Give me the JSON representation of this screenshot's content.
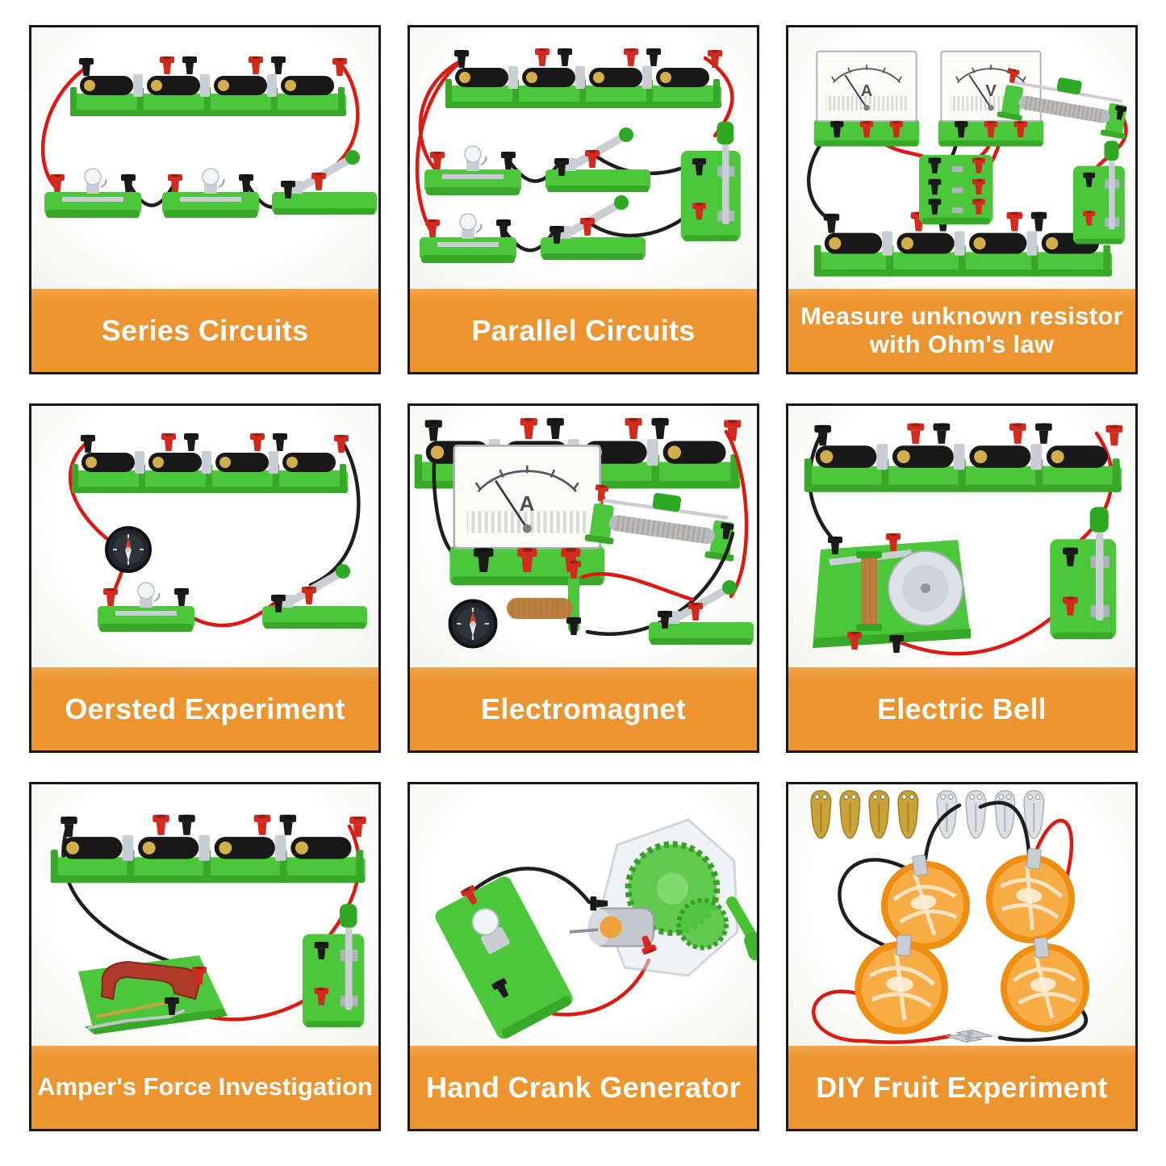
{
  "colors": {
    "banner_orange": "#EC9430",
    "cell_border": "#181818",
    "kit_green": "#4CC63A",
    "wire_red": "#DD1A12",
    "wire_black": "#1E1E1E",
    "copper_coil": "#BE803F",
    "orange_fruit": "#EF8F12"
  },
  "grid": {
    "rows": 3,
    "cols": 3
  },
  "cells": [
    {
      "name": "series-circuits",
      "label": "Series Circuits",
      "components": [
        "battery-holder",
        "bulb-holder",
        "bulb-holder",
        "lever-switch"
      ]
    },
    {
      "name": "parallel-circuits",
      "label": "Parallel Circuits",
      "components": [
        "battery-holder",
        "bulb-holder",
        "lever-switch",
        "bulb-holder",
        "lever-switch",
        "knife-switch"
      ]
    },
    {
      "name": "measure-unknown-resistor",
      "label": "Measure unknown resistor with Ohm's law",
      "meter_letters": [
        "A",
        "V"
      ],
      "components": [
        "ammeter",
        "voltmeter",
        "rheostat",
        "terminal-block",
        "knife-switch",
        "battery-holder"
      ]
    },
    {
      "name": "oersted-experiment",
      "label": "Oersted Experiment",
      "components": [
        "battery-holder",
        "compass",
        "bulb-holder",
        "lever-switch"
      ]
    },
    {
      "name": "electromagnet",
      "label": "Electromagnet",
      "meter_letter": "A",
      "components": [
        "battery-holder",
        "ammeter",
        "rheostat",
        "electromagnet-coil",
        "compass",
        "lever-switch"
      ]
    },
    {
      "name": "electric-bell",
      "label": "Electric Bell",
      "components": [
        "battery-holder",
        "electric-bell",
        "knife-switch"
      ]
    },
    {
      "name": "ampers-force-investigation",
      "label": "Amper's Force Investigation",
      "components": [
        "battery-holder",
        "horseshoe-magnet-rig",
        "knife-switch"
      ]
    },
    {
      "name": "hand-crank-generator",
      "label": "Hand Crank Generator",
      "components": [
        "bulb-holder",
        "hand-crank-generator"
      ]
    },
    {
      "name": "diy-fruit-experiment",
      "label": "DIY Fruit Experiment",
      "components": [
        "copper-electrodes",
        "zinc-electrodes",
        "orange-halves",
        "alligator-clips"
      ]
    }
  ]
}
